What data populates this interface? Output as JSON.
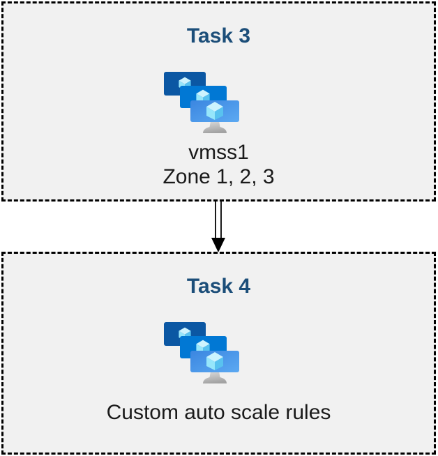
{
  "diagram": {
    "colors": {
      "canvas_background": "#FFFFFF",
      "box_background": "#F1F1F1",
      "border_color": "#000000",
      "title_color": "#1C4E79",
      "body_text_color": "#1A1A1A",
      "monitor_back": "#0B57A3",
      "monitor_middle": "#0178D4",
      "monitor_front_start": "#3B86E0",
      "monitor_front_end": "#5CA9F2",
      "cube_top": "#CDF3FE",
      "cube_left": "#96E6FB",
      "cube_right": "#59C2EF",
      "stand_light": "#DCDCDC",
      "stand_dark": "#A3A3A3"
    },
    "nodes": [
      {
        "title": "Task 3",
        "icon": "vmss-icon",
        "lines": [
          "vmss1",
          "Zone 1, 2, 3"
        ]
      },
      {
        "title": "Task 4",
        "icon": "vmss-icon",
        "lines": [
          "Custom auto scale rules"
        ]
      }
    ],
    "connector": {
      "from": "Task 3",
      "to": "Task 4",
      "style": "double-line",
      "arrowhead": "filled-triangle",
      "direction": "down"
    }
  }
}
